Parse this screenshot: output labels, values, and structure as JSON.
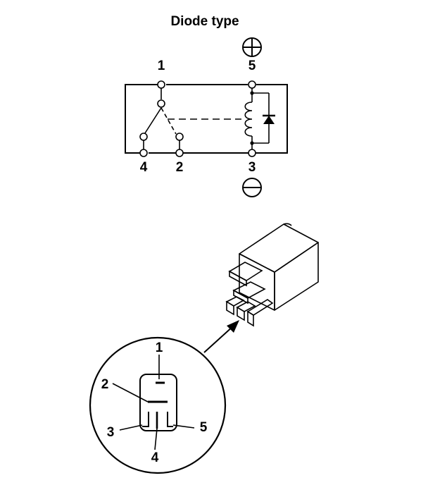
{
  "schematic": {
    "title": "Diode type",
    "top_pins": [
      "1",
      "5"
    ],
    "bottom_pins": [
      "4",
      "2",
      "3"
    ],
    "polarity_positive": "⊕",
    "polarity_negative": "⊖"
  },
  "connector_detail": {
    "pin_labels": [
      "1",
      "2",
      "3",
      "4",
      "5"
    ]
  }
}
